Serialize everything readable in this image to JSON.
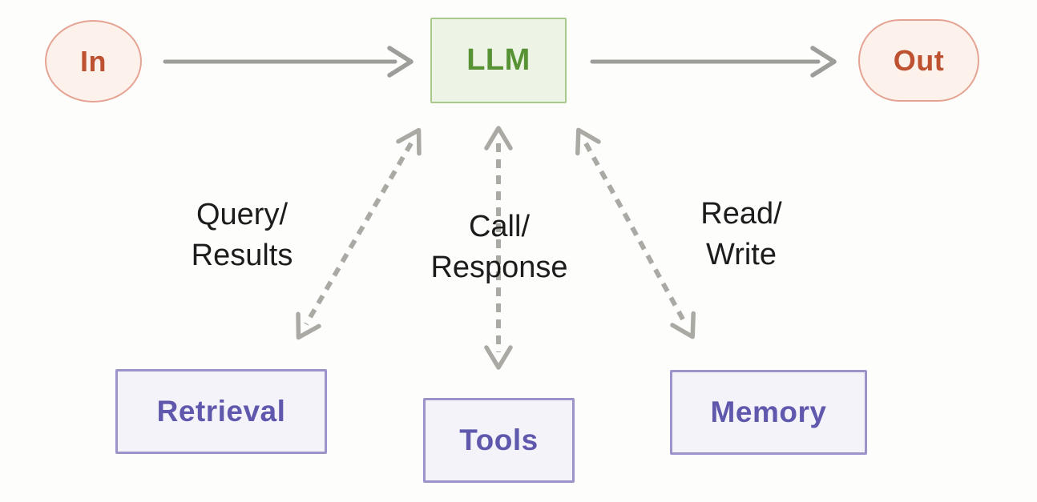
{
  "title": "LLM augmentation diagram",
  "nodes": {
    "in": {
      "label": "In"
    },
    "llm": {
      "label": "LLM"
    },
    "out": {
      "label": "Out"
    },
    "retrieval": {
      "label": "Retrieval"
    },
    "tools": {
      "label": "Tools"
    },
    "memory": {
      "label": "Memory"
    }
  },
  "edge_labels": {
    "retrieval": {
      "line1": "Query/",
      "line2": "Results"
    },
    "tools": {
      "line1": "Call/",
      "line2": "Response"
    },
    "memory": {
      "line1": "Read/",
      "line2": "Write"
    }
  },
  "edges": [
    {
      "from": "In",
      "to": "LLM",
      "style": "solid-arrow"
    },
    {
      "from": "LLM",
      "to": "Out",
      "style": "solid-arrow"
    },
    {
      "from": "LLM",
      "to": "Retrieval",
      "style": "dashed-double-arrow",
      "label": "Query/Results"
    },
    {
      "from": "LLM",
      "to": "Tools",
      "style": "dashed-double-arrow",
      "label": "Call/Response"
    },
    {
      "from": "LLM",
      "to": "Memory",
      "style": "dashed-double-arrow",
      "label": "Read/Write"
    }
  ],
  "colors": {
    "canvas-bg": "#fdfdfc",
    "inout-fill": "#fdf1ec",
    "inout-border": "#e5a493",
    "inout-text": "#bd5130",
    "llm-fill": "#edf4e6",
    "llm-border": "#a7ca8c",
    "llm-text": "#579334",
    "module-fill": "#f4f3fa",
    "module-border": "#9b93c9",
    "module-text": "#6058ad",
    "arrow-solid": "#9d9d99",
    "arrow-dash": "#aaa9a4",
    "label-text": "#1c1c1c"
  }
}
